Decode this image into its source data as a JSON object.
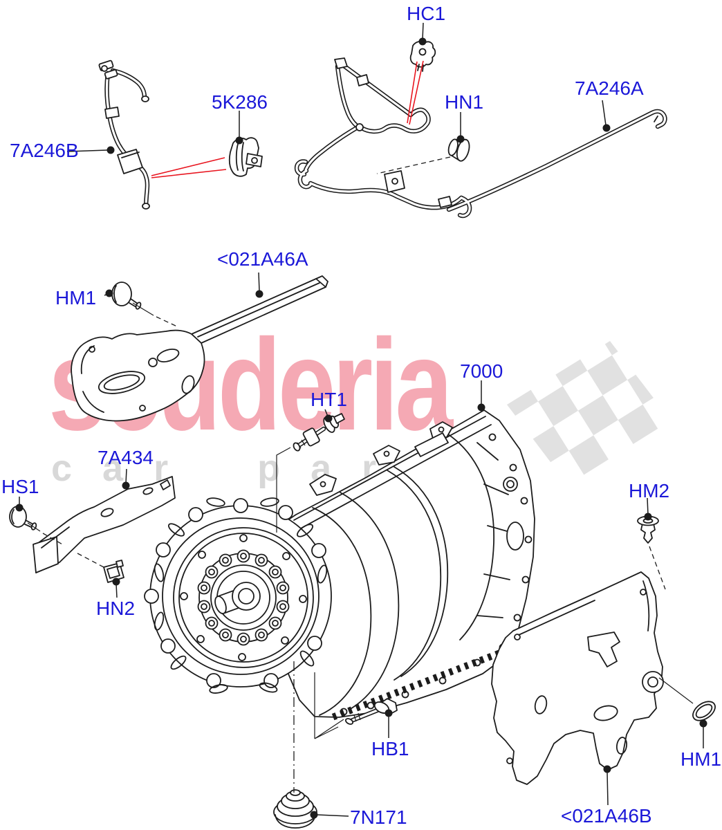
{
  "diagram": {
    "callouts": {
      "hc1": "HC1",
      "k5286": "5K286",
      "a7246b": "7A246B",
      "hn1": "HN1",
      "a7246a": "7A246A",
      "a021a46a": "<021A46A",
      "hm1_left": "HM1",
      "p7000": "7000",
      "ht1": "HT1",
      "a7434": "7A434",
      "hs1": "HS1",
      "hm2": "HM2",
      "hn2": "HN2",
      "hb1": "HB1",
      "n7171": "7N171",
      "a021a46b": "<021A46B",
      "hm1_right": "HM1"
    },
    "watermark": {
      "brand": "scuderia",
      "tagline": "car parts"
    },
    "colors": {
      "callout_blue": "#1b18d8",
      "line_art_black": "#1c1c1c",
      "red_pointer": "#e8141e",
      "watermark_pink": "#f5a9b4",
      "watermark_gray": "#d8d8d8",
      "checker_gray": "#e1e1e1",
      "background": "#ffffff"
    }
  }
}
